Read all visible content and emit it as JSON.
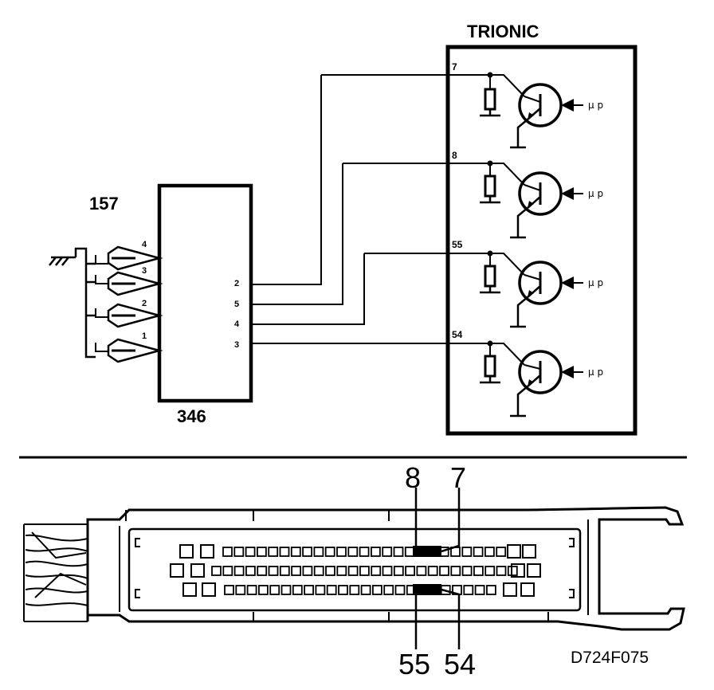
{
  "trionic": {
    "title": "TRIONIC",
    "pins": [
      "7",
      "8",
      "55",
      "54"
    ],
    "mu_p": "µ p"
  },
  "component_157": {
    "label": "157",
    "pins": [
      "4",
      "3",
      "2",
      "1"
    ]
  },
  "component_346": {
    "label": "346",
    "pins": [
      "2",
      "5",
      "4",
      "3"
    ]
  },
  "connector": {
    "top_labels": [
      "8",
      "7"
    ],
    "bottom_labels": [
      "55",
      "54"
    ]
  },
  "figure_code": "D724F075"
}
